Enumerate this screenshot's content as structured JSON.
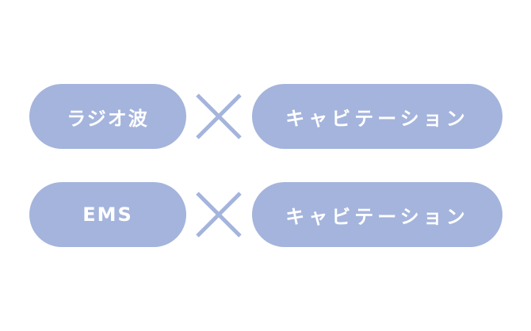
{
  "colors": {
    "pill": "#a4b4dc",
    "cross": "#a4b4dc",
    "text": "#ffffff"
  },
  "operator_icon": "multiply-icon",
  "rows": [
    {
      "left": "ラジオ波",
      "operator": "×",
      "right": "キャビテーション"
    },
    {
      "left": "EMS",
      "operator": "×",
      "right": "キャビテーション"
    }
  ]
}
